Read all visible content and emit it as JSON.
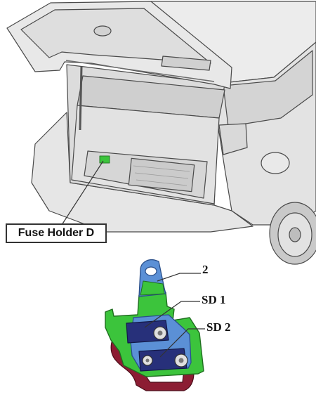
{
  "labels": {
    "fuse_holder": "Fuse Holder D",
    "callout_2": "2",
    "callout_sd1": "SD 1",
    "callout_sd2": "SD 2"
  },
  "colors": {
    "bracket_green": "#3cc43c",
    "base_blue": "#5b90d6",
    "fuse_navy": "#27307a",
    "cable_maroon": "#8c1d33",
    "car_body": "#e6e6e6",
    "outline": "#4a4a4a"
  }
}
